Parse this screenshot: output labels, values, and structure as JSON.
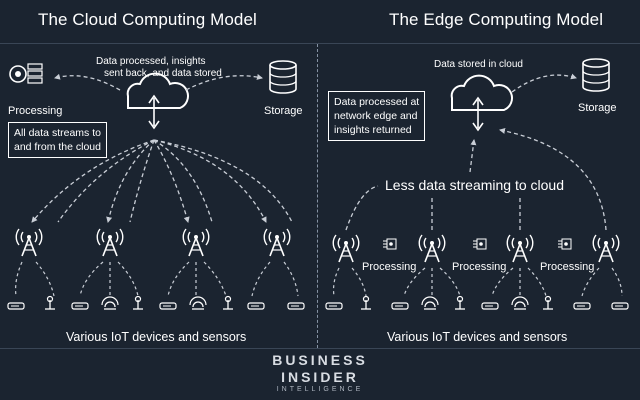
{
  "cloud_model": {
    "title": "The Cloud Computing Model",
    "data_note": "Data processed, insights sent back, and data stored",
    "data_note_line1": "Data processed, insights",
    "data_note_line2": "sent back, and data stored",
    "processing_label": "Processing",
    "storage_label": "Storage",
    "callout_line1": "All data streams to",
    "callout_line2": "and from the cloud",
    "bottom_label": "Various IoT devices and sensors"
  },
  "edge_model": {
    "title": "The Edge Computing Model",
    "cloud_note": "Data stored in cloud",
    "storage_label": "Storage",
    "callout_line1": "Data processed at",
    "callout_line2": "network edge and",
    "callout_line3": "insights returned",
    "middle_label": "Less data streaming to cloud",
    "processing_labels": [
      "Processing",
      "Processing",
      "Processing"
    ],
    "bottom_label": "Various IoT devices and sensors"
  },
  "footer": {
    "brand_line1": "BUSINESS",
    "brand_line2": "INSIDER",
    "brand_line3": "INTELLIGENCE"
  },
  "icons": [
    "cloud-icon",
    "server-gear-icon",
    "database-icon",
    "antenna-tower-icon",
    "wifi-icon",
    "sensor-device-icon",
    "processing-module-icon"
  ],
  "colors": {
    "background": "#1b2430",
    "foreground": "#ffffff",
    "dashed": "#c9ced6"
  }
}
